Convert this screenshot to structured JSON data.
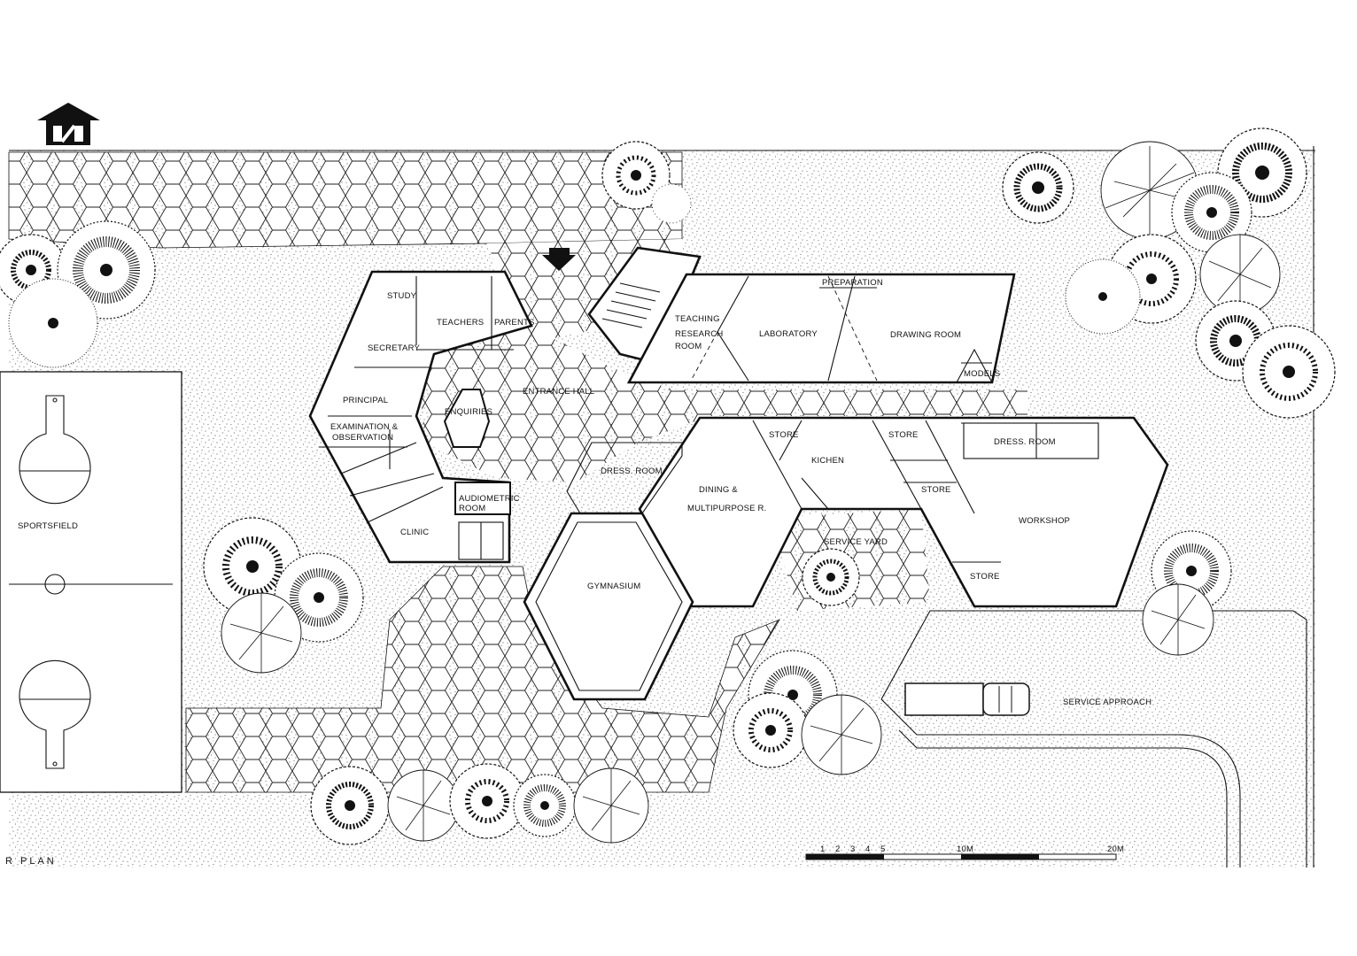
{
  "drawing": {
    "title_fragment": "R   PLAN",
    "north_symbol": "north-arrow-house-icon"
  },
  "rooms": {
    "study": "STUDY",
    "teachers": "TEACHERS",
    "parents": "PARENTS",
    "secretary": "SECRETARY",
    "principal": "PRINCIPAL",
    "examination_1": "EXAMINATION &",
    "examination_2": "OBSERVATION",
    "enquiries": "ENQUIRIES",
    "entrance_hall": "ENTRANCE HALL",
    "audiometric_1": "AUDIOMETRIC",
    "audiometric_2": "ROOM",
    "clinic": "CLINIC",
    "teaching_research_1": "TEACHING",
    "teaching_research_2": "RESEARCH",
    "teaching_research_3": "ROOM",
    "laboratory": "LABORATORY",
    "preparation": "PREPARATION",
    "drawing_room": "DRAWING ROOM",
    "models": "MODELS",
    "dress_room_1": "DRESS.  ROOM",
    "dress_room_2": "DRESS.  ROOM",
    "dining_1": "DINING  &",
    "dining_2": "MULTIPURPOSE  R.",
    "store_kitchen": "STORE",
    "kitchen": "KICHEN",
    "store_right": "STORE",
    "store_mid": "STORE",
    "store_lower": "STORE",
    "workshop": "WORKSHOP",
    "service_yard": "SERVICE YARD",
    "gymnasium": "GYMNASIUM",
    "sportsfield": "SPORTSFIELD",
    "service_approach": "SERVICE   APPROACH"
  },
  "scale_bar": {
    "ticks": [
      "1",
      "2",
      "3",
      "4",
      "5",
      "10M",
      "20M"
    ]
  }
}
